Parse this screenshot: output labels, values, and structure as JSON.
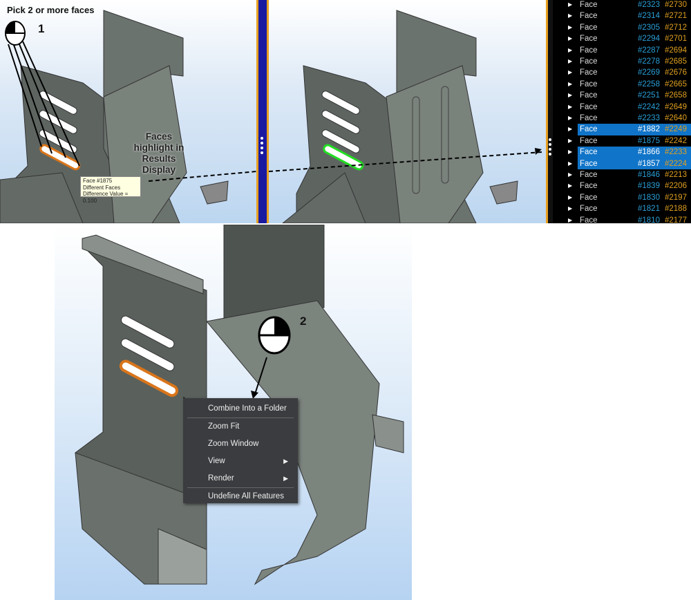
{
  "annotations": {
    "pick_instruction": "Pick 2 or more faces",
    "step1": "1",
    "step2": "2",
    "highlight_note": "Faces highlight in Results Display"
  },
  "tooltip": {
    "lines": [
      "Face #1875",
      "Different Faces",
      "Difference Value = 0.100"
    ]
  },
  "results": [
    {
      "label": "Face",
      "a": "#2323",
      "b": "#2730",
      "selected": false
    },
    {
      "label": "Face",
      "a": "#2314",
      "b": "#2721",
      "selected": false
    },
    {
      "label": "Face",
      "a": "#2305",
      "b": "#2712",
      "selected": false
    },
    {
      "label": "Face",
      "a": "#2294",
      "b": "#2701",
      "selected": false
    },
    {
      "label": "Face",
      "a": "#2287",
      "b": "#2694",
      "selected": false
    },
    {
      "label": "Face",
      "a": "#2278",
      "b": "#2685",
      "selected": false
    },
    {
      "label": "Face",
      "a": "#2269",
      "b": "#2676",
      "selected": false
    },
    {
      "label": "Face",
      "a": "#2258",
      "b": "#2665",
      "selected": false
    },
    {
      "label": "Face",
      "a": "#2251",
      "b": "#2658",
      "selected": false
    },
    {
      "label": "Face",
      "a": "#2242",
      "b": "#2649",
      "selected": false
    },
    {
      "label": "Face",
      "a": "#2233",
      "b": "#2640",
      "selected": false
    },
    {
      "label": "Face",
      "a": "#1882",
      "b": "#2249",
      "selected": true
    },
    {
      "label": "Face",
      "a": "#1875",
      "b": "#2242",
      "selected": false
    },
    {
      "label": "Face",
      "a": "#1866",
      "b": "#2233",
      "selected": true
    },
    {
      "label": "Face",
      "a": "#1857",
      "b": "#2224",
      "selected": true
    },
    {
      "label": "Face",
      "a": "#1846",
      "b": "#2213",
      "selected": false
    },
    {
      "label": "Face",
      "a": "#1839",
      "b": "#2206",
      "selected": false
    },
    {
      "label": "Face",
      "a": "#1830",
      "b": "#2197",
      "selected": false
    },
    {
      "label": "Face",
      "a": "#1821",
      "b": "#2188",
      "selected": false
    },
    {
      "label": "Face",
      "a": "#1810",
      "b": "#2177",
      "selected": false
    }
  ],
  "context_menu": {
    "items": [
      "Combine Into a Folder",
      "Zoom Fit",
      "Zoom Window",
      "View",
      "Render",
      "Undefine All Features"
    ]
  },
  "colors": {
    "selection": "#1074c8",
    "id_a": "#2a9fd8",
    "id_b": "#e0a020",
    "highlight_orange": "#d9751a",
    "highlight_green": "#22dd22"
  }
}
